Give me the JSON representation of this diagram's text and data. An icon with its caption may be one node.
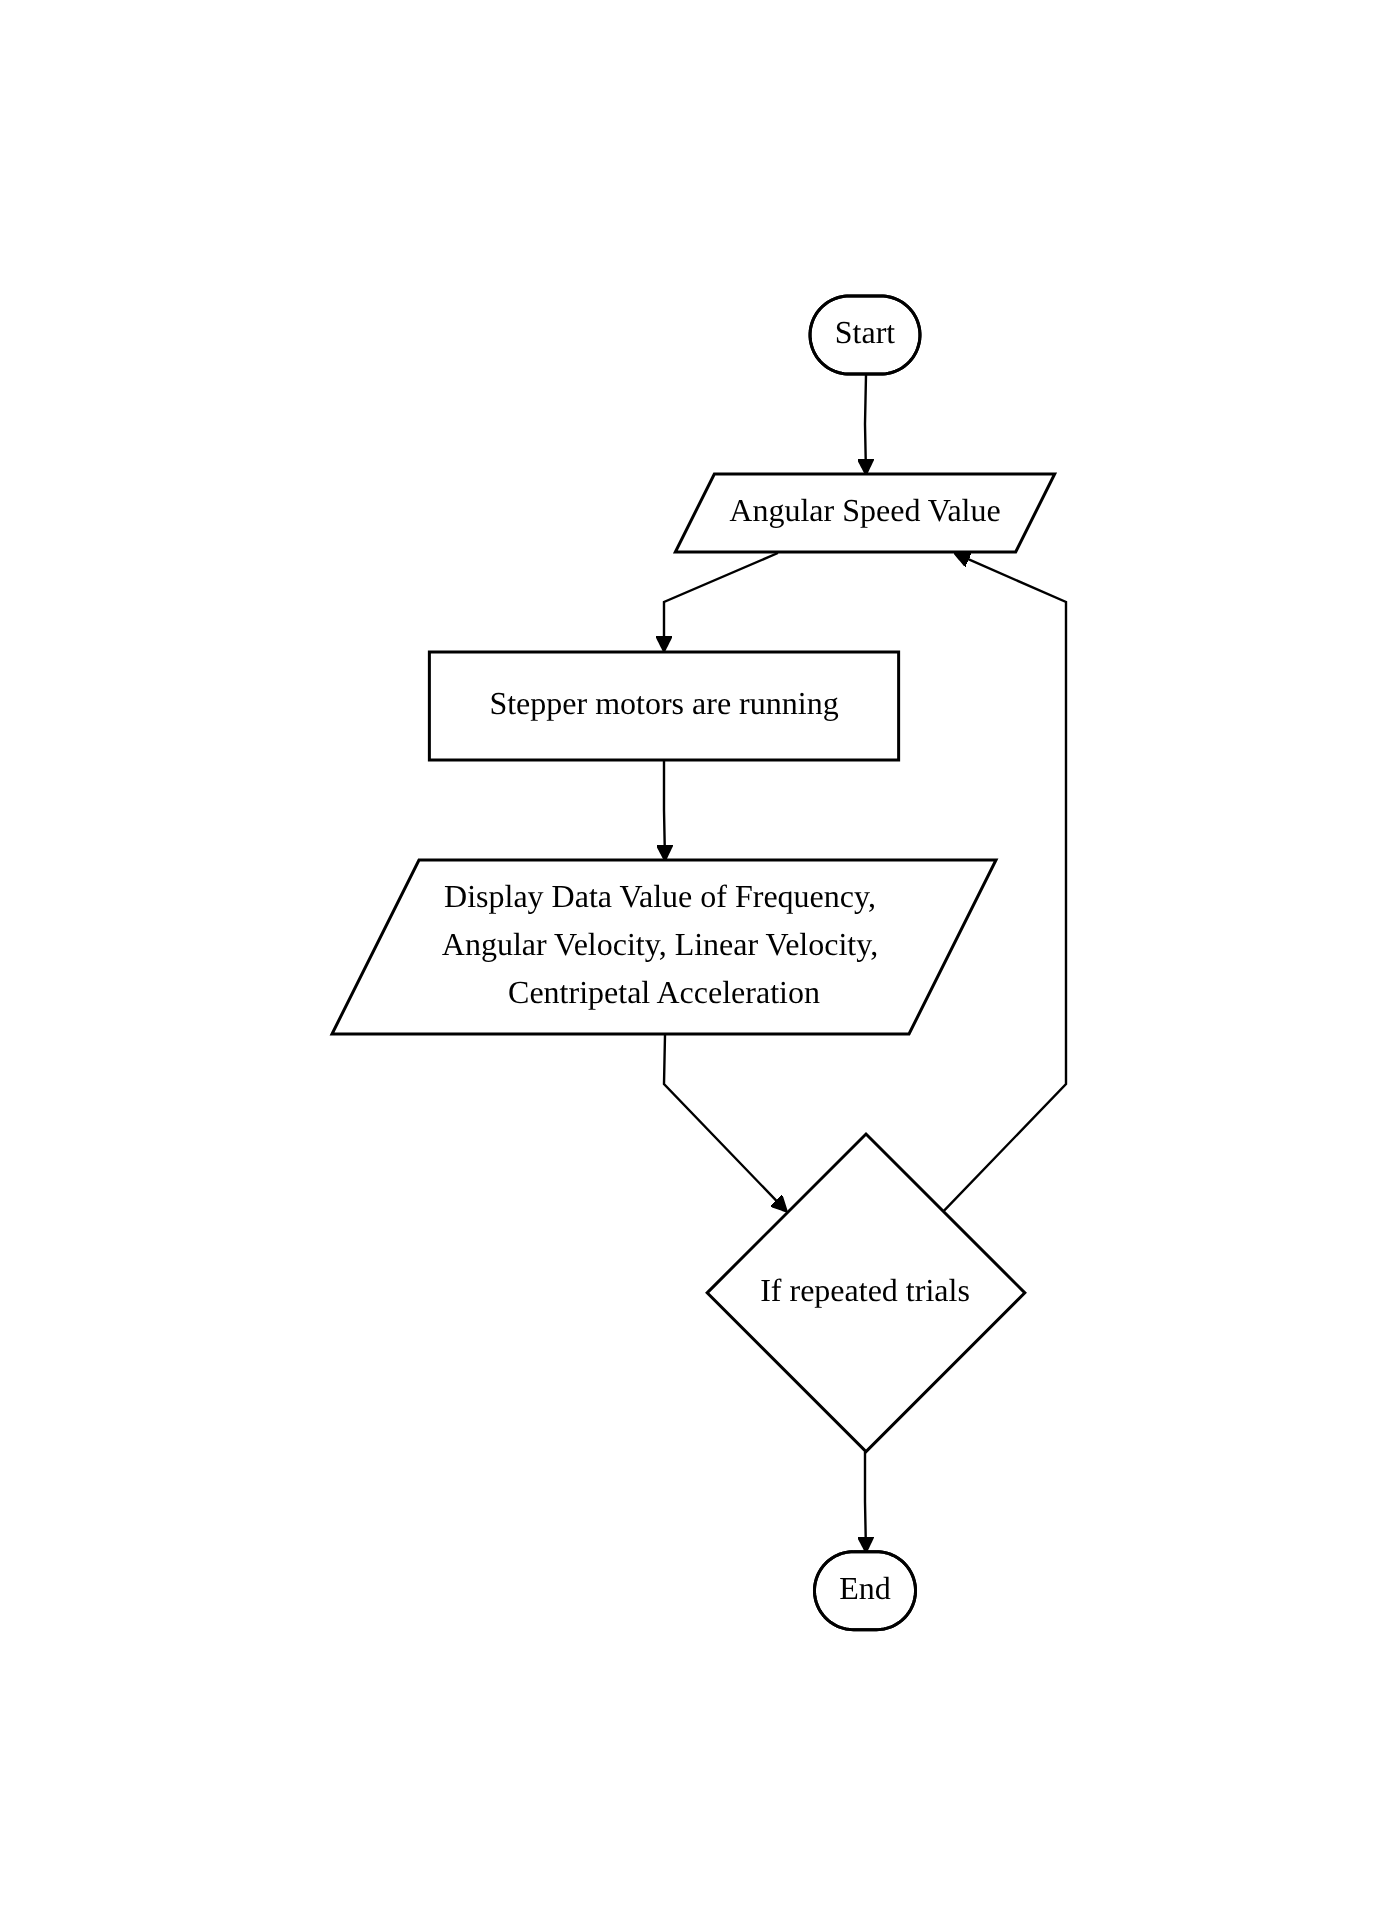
{
  "diagram": {
    "nodes": [
      {
        "text": [
          "Start"
        ]
      },
      {
        "text": [
          "Angular Speed Value"
        ]
      },
      {
        "text": [
          "Stepper motors are running"
        ]
      },
      {
        "text": [
          "Display Data Value of Frequency, Angular Velocity, Linear Velocity, Centripetal Acceleration"
        ]
      },
      {
        "text": [
          "If repeated trials"
        ]
      },
      {
        "text": [
          "End"
        ]
      }
    ],
    "edges": [
      {
        "from": 0,
        "to": 1,
        "arrow": "to"
      },
      {
        "from": 1,
        "to": 2,
        "arrow": "to"
      },
      {
        "from": 2,
        "to": 3,
        "arrow": "to"
      },
      {
        "from": 3,
        "to": 4,
        "arrow": "to"
      },
      {
        "from": 4,
        "to": 1,
        "arrow": "to"
      },
      {
        "from": 4,
        "to": 5,
        "arrow": "to"
      }
    ]
  }
}
